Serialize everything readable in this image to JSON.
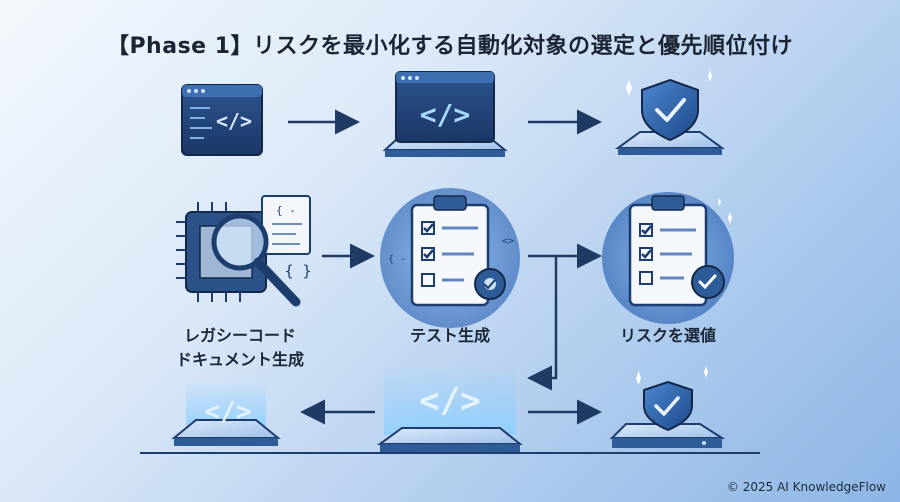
{
  "title": "【Phase 1】リスクを最小化する自動化対象の選定と優先順位付け",
  "labels": {
    "legacy_line1": "レガシーコード",
    "legacy_line2": "ドキュメント生成",
    "test_generation": "テスト生成",
    "risk_selection": "リスクを選値"
  },
  "icon_texts": {
    "code_tag": "</>",
    "braces": "{ }",
    "braces_small": "{ -",
    "angle_small": "<>"
  },
  "copyright": "© 2025 AI KnowledgeFlow",
  "colors": {
    "dark_blue": "#1d3d6e",
    "mid_blue": "#2e5c98",
    "light_blue": "#6fa3e0",
    "glow": "#bfe3ff",
    "paper": "#f5f8fc",
    "arrow": "#1f3a63"
  }
}
